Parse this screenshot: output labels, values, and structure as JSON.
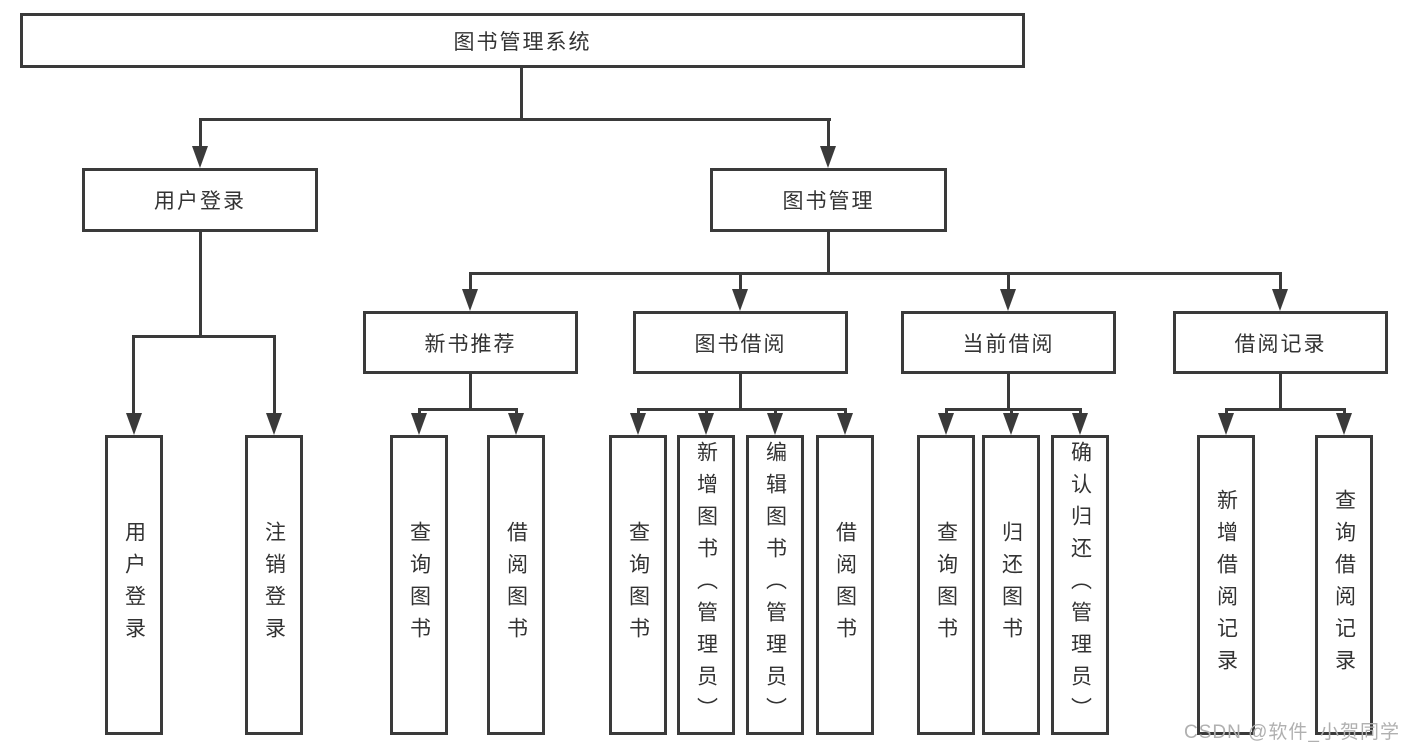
{
  "nodes": {
    "root": {
      "label": "图书管理系统"
    },
    "level2": [
      {
        "id": "user-login",
        "label": "用户登录"
      },
      {
        "id": "book-management",
        "label": "图书管理"
      }
    ],
    "level3": [
      {
        "id": "new-book-recommend",
        "label": "新书推荐"
      },
      {
        "id": "book-borrowing",
        "label": "图书借阅"
      },
      {
        "id": "current-borrowing",
        "label": "当前借阅"
      },
      {
        "id": "borrowing-records",
        "label": "借阅记录"
      }
    ],
    "leaves": {
      "user_login": [
        {
          "label": "用户登录"
        },
        {
          "label": "注销登录"
        }
      ],
      "new_book_recommend": [
        {
          "label": "查询图书"
        },
        {
          "label": "借阅图书"
        }
      ],
      "book_borrowing": [
        {
          "label": "查询图书"
        },
        {
          "label": "新增图书（管理员）"
        },
        {
          "label": "编辑图书（管理员）"
        },
        {
          "label": "借阅图书"
        }
      ],
      "current_borrowing": [
        {
          "label": "查询图书"
        },
        {
          "label": "归还图书"
        },
        {
          "label": "确认归还（管理员）"
        }
      ],
      "borrowing_records": [
        {
          "label": "新增借阅记录"
        },
        {
          "label": "查询借阅记录"
        }
      ]
    }
  },
  "watermark": {
    "text": "CSDN @软件_小贺同学"
  },
  "colors": {
    "line": "#3a3a3a",
    "text": "#333333",
    "watermark": "#b0b0b0",
    "bg": "#ffffff"
  }
}
